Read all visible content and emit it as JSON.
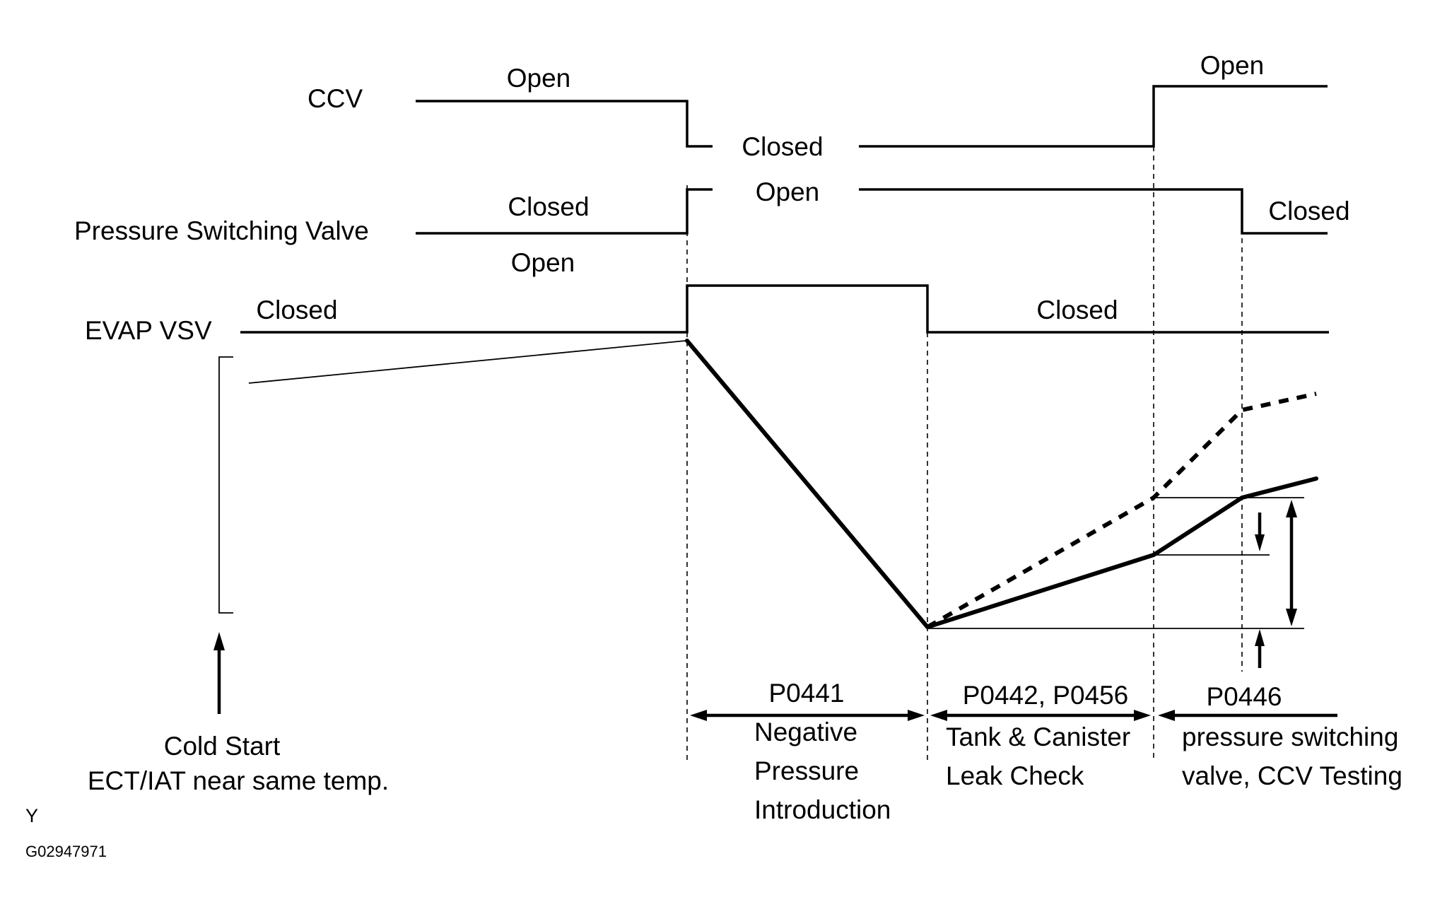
{
  "signals": {
    "ccv": {
      "name": "CCV",
      "open_label_1": "Open",
      "closed_label": "Closed",
      "open_label_2": "Open"
    },
    "pressure_switching_valve": {
      "name": "Pressure Switching Valve",
      "closed_label_1": "Closed",
      "open_label": "Open",
      "closed_label_2": "Closed"
    },
    "evap_vsv": {
      "name": "EVAP VSV",
      "closed_label_1": "Closed",
      "open_label": "Open",
      "closed_label_2": "Closed"
    }
  },
  "cold_start": {
    "line1": "Cold Start",
    "line2": "ECT/IAT near same temp."
  },
  "phases": [
    {
      "code": "P0441",
      "line1": "Negative",
      "line2": "Pressure",
      "line3": "Introduction"
    },
    {
      "code": "P0442, P0456",
      "line1": "Tank & Canister",
      "line2": "Leak Check"
    },
    {
      "code": "P0446",
      "line1": "pressure switching",
      "line2": "valve, CCV Testing"
    }
  ],
  "footer": {
    "letter": "Y",
    "figure_id": "G02947971"
  }
}
